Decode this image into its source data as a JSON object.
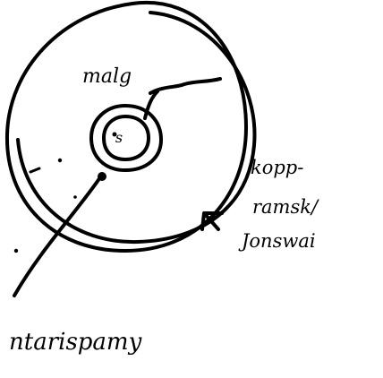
{
  "labels": {
    "nucleus": "malg",
    "center": "s",
    "outer_line1": "kopp-",
    "outer_line2": "ramsk/",
    "outer_line3": "Jonswai",
    "bottom": "ntarispamy"
  },
  "colors": {
    "ink": "#000000",
    "paper": "#ffffff"
  }
}
